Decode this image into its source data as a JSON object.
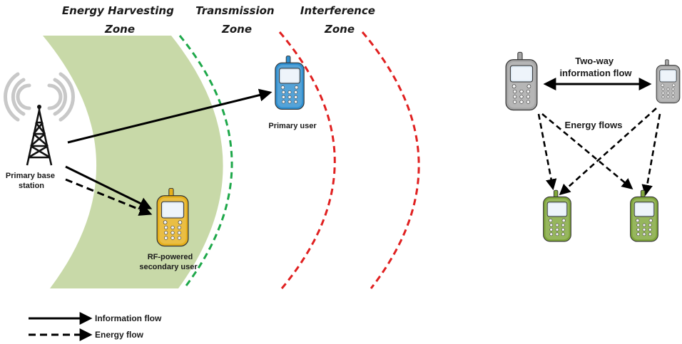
{
  "zones": {
    "energy_harvesting": [
      "Energy Harvesting",
      "Zone"
    ],
    "transmission": [
      "Transmission",
      "Zone"
    ],
    "interference": [
      "Interference",
      "Zone"
    ]
  },
  "left_diagram": {
    "base_station_label": [
      "Primary base",
      "station"
    ],
    "primary_user_label": "Primary user",
    "secondary_user_label": [
      "RF-powered",
      "secondary user"
    ]
  },
  "right_diagram": {
    "two_way_label": [
      "Two-way",
      "information flow"
    ],
    "energy_flows_label": "Energy flows"
  },
  "legend": {
    "information_flow": "Information flow",
    "energy_flow": "Energy flow"
  },
  "colors": {
    "harvest_zone": "#c8d9a8",
    "transmission_boundary": "#1ea84a",
    "interference_boundary": "#e02020",
    "primary_user_phone": "#2f8fd0",
    "secondary_user_phone": "#e6b01c",
    "gray_phone": "#a6a6a6",
    "green_phone": "#7fa63a"
  },
  "icons": [
    "antenna-tower-icon",
    "mobile-phone-icon"
  ]
}
